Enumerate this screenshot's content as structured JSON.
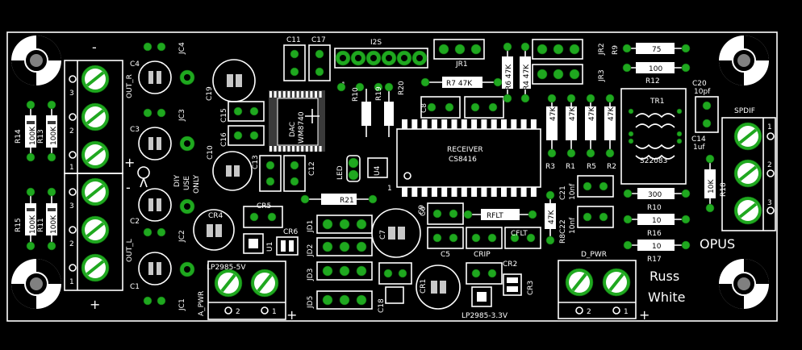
{
  "labels": {
    "c4": "C4",
    "jc4": "JC4",
    "c3": "C3",
    "jc3": "JC3",
    "c2": "C2",
    "jc2": "JC2",
    "c1": "C1",
    "jc1": "JC1",
    "out_r": "OUT_R",
    "out_l": "OUT_L",
    "r14": "R14",
    "r13": "R13",
    "r15": "R15",
    "r11": "R11",
    "r14v": "100K",
    "r13v": "100K",
    "r15v": "100K",
    "r11v": "100K",
    "t3a": "3",
    "t2a": "2",
    "t1a": "1",
    "t3b": "3",
    "t2b": "2",
    "t1b": "1",
    "minus": "-",
    "plus_top": "+",
    "minus_mid": "-",
    "plus_bottom": "+",
    "diy": "DIY",
    "use": "USE",
    "only": "ONLY",
    "c11": "C11",
    "c17": "C17",
    "i2s": "I2S",
    "c19": "C19",
    "c15": "C15",
    "c16": "C16",
    "c10": "C10",
    "c13": "C13",
    "c12": "C12",
    "dac": "DAC",
    "dac_part": "WM8740",
    "r10": "R10",
    "r19": "R19",
    "r20": "R20",
    "c8": "C8",
    "jr1": "JR1",
    "r7": "R7 47K",
    "r6": "R6 47K",
    "r4": "R4 47K",
    "jr2": "JR2",
    "jr3": "JR3",
    "r9": "R9",
    "r9v": "75",
    "r12": "R12",
    "r12v": "100",
    "c20": "C20",
    "c20v": "10pf",
    "tr1": "TR1",
    "s22083": "S22083",
    "spdif": "SPDIF",
    "c14": "C14",
    "c14v": "1uf",
    "r18": "R18",
    "r18v": "10K",
    "receiver": "RECEIVER",
    "receiver_part": "CS8416",
    "r3": "R3",
    "r1": "R1",
    "r5": "R5",
    "r2": "R2",
    "r3v": "47K",
    "r1v": "47K",
    "r5v": "47K",
    "r2v": "47K",
    "c21": "C21",
    "c21v": "10nf",
    "c22": "C22",
    "c22v": "10nf",
    "r8": "R8",
    "r8v": "47K",
    "rflt": "RFLT",
    "cflt": "CFLT",
    "crip": "CRIP",
    "cr2": "CR2",
    "cr3": "CR3",
    "c5": "C5",
    "c6": "C6",
    "c9": "C9",
    "c7": "C7",
    "cr4": "CR4",
    "cr5": "CR5",
    "cr6": "CR6",
    "cr1": "CR1",
    "u1": "U1",
    "r21": "R21",
    "led": "LED",
    "u4": "U4",
    "jd1": "JD1",
    "jd2": "JD2",
    "jd3": "JD3",
    "jd5": "JD5",
    "c18": "C18",
    "r10b": "R10",
    "r10bv": "300",
    "r16": "R16",
    "r16v": "10",
    "r17": "R17",
    "r17v": "10",
    "lp2985_5v": "LP2985-5V",
    "lp2985_33": "LP2985-3.3V",
    "a_pwr": "A_PWR",
    "d_pwr": "D_PWR",
    "apwr2": "2",
    "apwr1": "1",
    "apwrp": "+",
    "dpwr2": "2",
    "dpwr1": "1",
    "dpwrp": "+",
    "sp1": "1",
    "sp2": "2",
    "sp3": "3",
    "opus": "OPUS",
    "russ": "Russ",
    "white": "White",
    "pin1a": "1",
    "pin1b": "1"
  },
  "colors": {
    "background": "#000000",
    "silkscreen": "#ffffff",
    "pad": "#1fa81f",
    "component_body": "#3a3a3a"
  }
}
